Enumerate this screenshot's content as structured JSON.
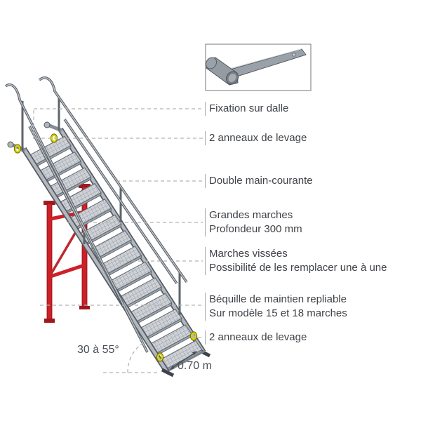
{
  "callouts": [
    {
      "id": "fixation-sur-dalle",
      "lines": [
        "Fixation sur dalle"
      ]
    },
    {
      "id": "anneaux-levage-haut",
      "lines": [
        "2 anneaux de levage"
      ]
    },
    {
      "id": "double-main-courante",
      "lines": [
        "Double main-courante"
      ]
    },
    {
      "id": "grandes-marches",
      "lines": [
        "Grandes marches",
        "Profondeur 300 mm"
      ]
    },
    {
      "id": "marches-vissees",
      "lines": [
        "Marches vissées",
        "Possibilité de les remplacer une à une"
      ]
    },
    {
      "id": "bequille",
      "lines": [
        "Béquille de maintien repliable",
        "Sur modèle 15 et 18 marches"
      ]
    },
    {
      "id": "anneaux-levage-bas",
      "lines": [
        "2 anneaux de levage"
      ]
    }
  ],
  "dimensions": {
    "angle": "30 à 55°",
    "largeur_marche": "0.70 m"
  },
  "colors": {
    "accent_bequille": "#ce2127",
    "anneau_levage": "#d8d400",
    "metal": "#aeb5bb",
    "texte": "#3e4247",
    "traits_reperes": "#b4b4b4"
  }
}
